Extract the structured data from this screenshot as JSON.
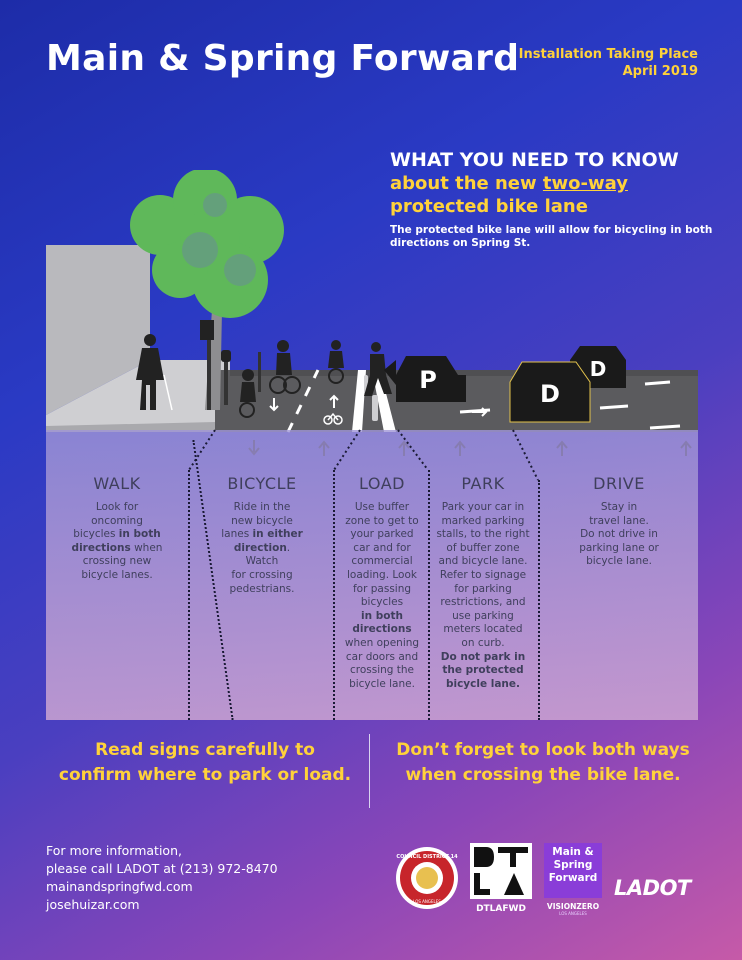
{
  "header": {
    "title": "Main & Spring Forward",
    "install_line1": "Installation Taking Place",
    "install_line2": "April 2019"
  },
  "need": {
    "line1": "WHAT YOU NEED TO KNOW",
    "line2_pre": "about the new ",
    "line2_em": "two-way",
    "line3": "protected bike lane",
    "sub": "The protected bike lane will allow for bicycling in both directions on Spring St."
  },
  "scene": {
    "parking_letter": "P",
    "drive_letter": "D",
    "colors": {
      "road": "#5b5b5e",
      "sidewalk": "#c9c9cc",
      "tree": "#5fb85a",
      "car": "#1a1a1a",
      "marking": "#ffffff"
    }
  },
  "columns": [
    {
      "title": "WALK",
      "text": [
        "Look for",
        "oncoming",
        "bicycles ",
        "in both",
        "directions",
        " when",
        "crossing new",
        "bicycle lanes."
      ]
    },
    {
      "title": "BICYCLE",
      "text": [
        "Ride in the",
        "new bicycle",
        "lanes ",
        "in either",
        "direction",
        ".",
        "Watch",
        "for crossing",
        "pedestrians."
      ]
    },
    {
      "title": "LOAD",
      "text": [
        "Use buffer",
        "zone to get to",
        "your parked",
        "car and for",
        "commercial",
        "loading. Look",
        "for passing",
        "bicycles",
        "in both",
        "directions",
        "when  opening",
        "car doors and",
        "crossing the",
        "bicycle lane."
      ]
    },
    {
      "title": "PARK",
      "text": [
        "Park your car in",
        "marked parking",
        "stalls, to the right",
        "of buffer zone",
        "and bicycle lane.",
        "Refer to signage",
        "for parking",
        "restrictions, and",
        "use parking",
        "meters located",
        "on curb.",
        "Do not park in",
        "the protected",
        "bicycle lane."
      ]
    },
    {
      "title": "DRIVE",
      "text": [
        "Stay in",
        "travel lane.",
        "Do not drive in",
        "parking lane or",
        "bicycle lane."
      ]
    }
  ],
  "footer": {
    "left_line1": "Read signs carefully to",
    "left_line2": "confirm where to park or load.",
    "right_line1": "Don’t forget to look both ways",
    "right_line2": "when crossing the bike lane."
  },
  "info": {
    "line1": "For more information,",
    "line2": "please call LADOT at (213) 972-8470",
    "line3": "mainandspringfwd.com",
    "line4": "josehuizar.com"
  },
  "logos": {
    "council_top": "COUNCIL DISTRICT 14",
    "council_bottom": "LOS ANGELES",
    "dtla_caption": "DTLAFWD",
    "msf_line1": "Main &",
    "msf_line2": "Spring",
    "msf_line3": "Forward",
    "visionzero": "VISIONZERO",
    "visionzero_sub": "LOS ANGELES",
    "ladot": "LADOT"
  }
}
